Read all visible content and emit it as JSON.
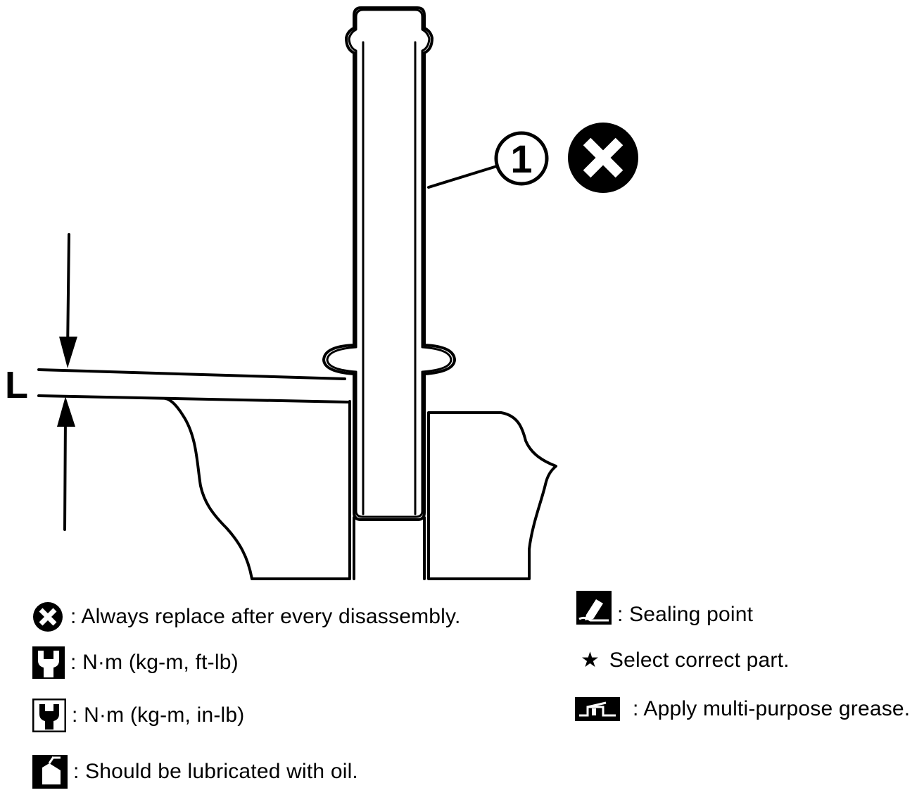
{
  "diagram": {
    "dimension_label": "L",
    "callout_number": "1"
  },
  "legend": {
    "replace": ": Always replace after every disassembly.",
    "torque_ft": ": N·m (kg-m, ft-lb)",
    "torque_in": ": N·m (kg-m, in-lb)",
    "oil": ": Should be lubricated with oil.",
    "sealing": ": Sealing point",
    "select": "Select correct part.",
    "grease": ": Apply multi-purpose grease."
  },
  "icons": {
    "replace": "x-circle-icon",
    "torque_ft": "wrench-icon",
    "torque_in": "wrench-in-icon",
    "oil": "oil-can-icon",
    "sealing": "sealant-icon",
    "select": "star-icon",
    "grease": "grease-gun-icon"
  }
}
